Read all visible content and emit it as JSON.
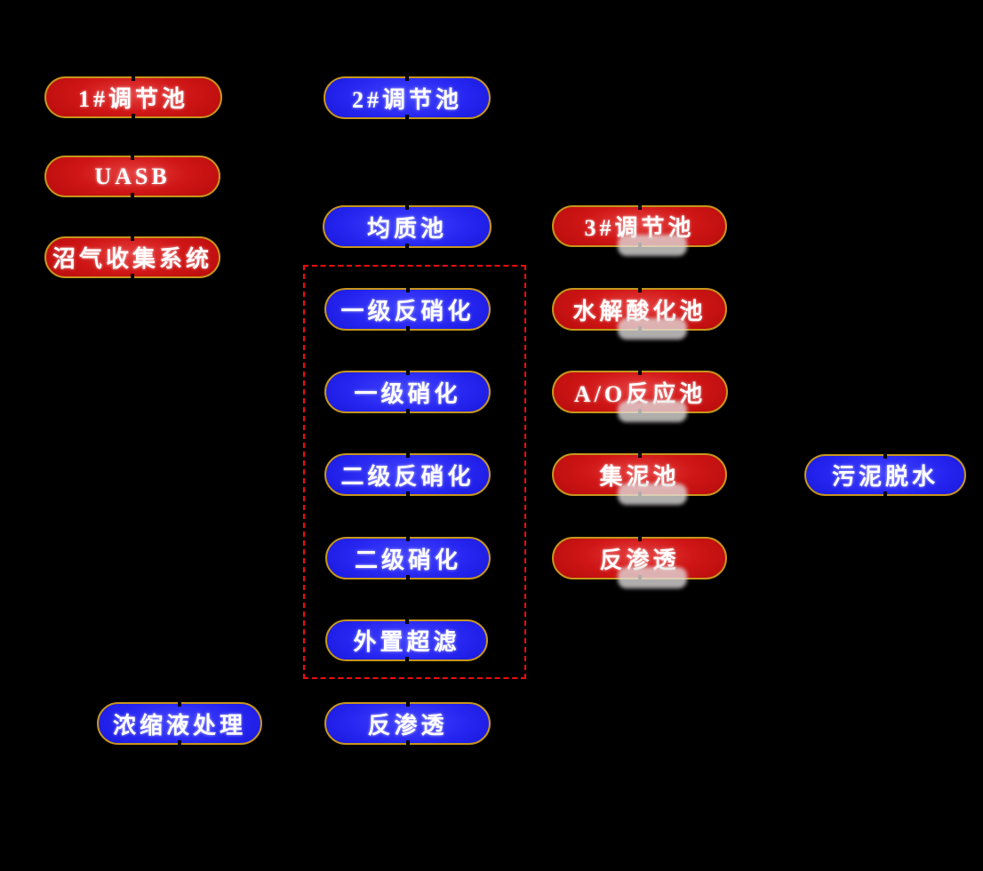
{
  "diagram": {
    "background_color": "#000000",
    "node_border_color": "#c6961c",
    "dashed_group_color": "#f40b0b",
    "node_fill_red": "#c41111",
    "node_fill_blue": "#1c1ce0",
    "text_color": "#ffffff",
    "nodes": [
      {
        "label": "1#调节池",
        "color": "red"
      },
      {
        "label": "UASB",
        "color": "red"
      },
      {
        "label": "沼气收集系统",
        "color": "red"
      },
      {
        "label": "2#调节池",
        "color": "blue"
      },
      {
        "label": "均质池",
        "color": "blue"
      },
      {
        "label": "一级反硝化",
        "color": "blue"
      },
      {
        "label": "一级硝化",
        "color": "blue"
      },
      {
        "label": "二级反硝化",
        "color": "blue"
      },
      {
        "label": "二级硝化",
        "color": "blue"
      },
      {
        "label": "外置超滤",
        "color": "blue"
      },
      {
        "label": "反渗透",
        "color": "blue"
      },
      {
        "label": "浓缩液处理",
        "color": "blue"
      },
      {
        "label": "3#调节池",
        "color": "red"
      },
      {
        "label": "水解酸化池",
        "color": "red"
      },
      {
        "label": "A/O反应池",
        "color": "red"
      },
      {
        "label": "集泥池",
        "color": "red"
      },
      {
        "label": "反渗透",
        "color": "red"
      },
      {
        "label": "污泥脱水",
        "color": "blue"
      }
    ]
  }
}
